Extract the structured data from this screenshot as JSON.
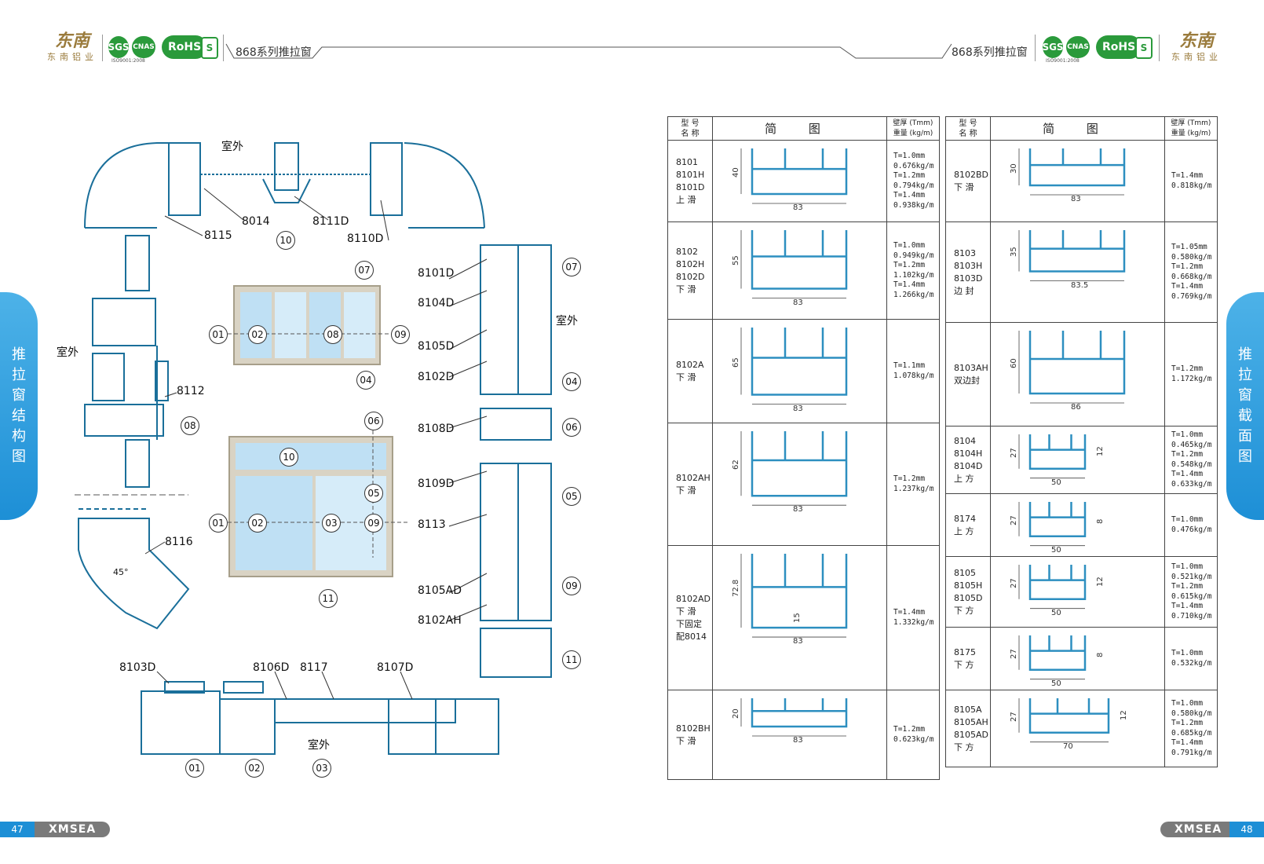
{
  "header": {
    "logo_mark": "东南",
    "logo_text": "东南铝业",
    "series_title": "868系列推拉窗",
    "cert_labels": [
      "SGS",
      "CNAS",
      "RoHS",
      "S"
    ],
    "cert_caption": "ISO9001:2008"
  },
  "side_tabs": {
    "left": [
      "推",
      "拉",
      "窗",
      "结",
      "构",
      "图"
    ],
    "right": [
      "推",
      "拉",
      "窗",
      "截",
      "面",
      "图"
    ]
  },
  "footer": {
    "left_page": "47",
    "right_page": "48",
    "brand": "XMSEA"
  },
  "diagram": {
    "outdoor": "室外",
    "labels": {
      "top_center": "8014",
      "top_right": "8111D",
      "right_corner": "8110D",
      "top_left": "8115",
      "side_8112": "8112",
      "corner_8116": "8116",
      "angle": "45°",
      "r1": "8101D",
      "r2": "8104D",
      "r3": "8105D",
      "r4": "8102D",
      "r5": "8108D",
      "r6": "8109D",
      "r7": "8113",
      "r8": "8105AD",
      "r9": "8102AH",
      "b1": "8103D",
      "b2": "8106D",
      "b3": "8117",
      "b4": "8107D"
    },
    "circles": {
      "top10": "10",
      "w07": "07",
      "w01": "01",
      "w02": "02",
      "w08": "08",
      "w09": "09",
      "w04": "04",
      "r07": "07",
      "r04": "04",
      "r06": "06",
      "r05": "05",
      "r09": "09",
      "r11": "11",
      "l08": "08",
      "v06": "06",
      "v10": "10",
      "v01": "01",
      "v02": "02",
      "v03": "03",
      "v05": "05",
      "v09": "09",
      "v11": "11",
      "b01": "01",
      "b02": "02",
      "b03": "03"
    }
  },
  "table": {
    "headers": {
      "model_line1": "型 号",
      "model_line2": "名 称",
      "figure": "简 图",
      "spec_line1": "壁厚 (Tmm)",
      "spec_line2": "重量 (kg/m)"
    },
    "left_rows": [
      {
        "model": [
          "8101",
          "8101H",
          "8101D",
          "上 滑"
        ],
        "h": "40",
        "w": "83",
        "spec": [
          "T=1.0mm",
          "0.676kg/m",
          "T=1.2mm",
          "0.794kg/m",
          "T=1.4mm",
          "0.938kg/m"
        ]
      },
      {
        "model": [
          "8102",
          "8102H",
          "8102D",
          "下 滑"
        ],
        "h": "55",
        "w": "83",
        "spec": [
          "T=1.0mm",
          "0.949kg/m",
          "T=1.2mm",
          "1.102kg/m",
          "T=1.4mm",
          "1.266kg/m"
        ]
      },
      {
        "model": [
          "8102A",
          "下 滑"
        ],
        "h": "65",
        "w": "83",
        "spec": [
          "T=1.1mm",
          "1.078kg/m"
        ]
      },
      {
        "model": [
          "8102AH",
          "下 滑"
        ],
        "h": "62",
        "w": "83",
        "spec": [
          "T=1.2mm",
          "1.237kg/m"
        ]
      },
      {
        "model": [
          "8102AD",
          "下 滑",
          "下固定",
          "配8014"
        ],
        "h": "72.8",
        "w": "83",
        "extra": "15",
        "spec": [
          "T=1.4mm",
          "1.332kg/m"
        ]
      },
      {
        "model": [
          "8102BH",
          "下 滑"
        ],
        "h": "20",
        "w": "83",
        "spec": [
          "T=1.2mm",
          "0.623kg/m"
        ]
      }
    ],
    "right_rows": [
      {
        "model": [
          "8102BD",
          "下 滑"
        ],
        "h": "30",
        "w": "83",
        "spec": [
          "T=1.4mm",
          "0.818kg/m"
        ]
      },
      {
        "model": [
          "8103",
          "8103H",
          "8103D",
          "边 封"
        ],
        "h": "35",
        "w": "83.5",
        "spec": [
          "T=1.05mm",
          "0.580kg/m",
          "T=1.2mm",
          "0.668kg/m",
          "T=1.4mm",
          "0.769kg/m"
        ]
      },
      {
        "model": [
          "8103AH",
          "双边封"
        ],
        "h": "60",
        "w": "86",
        "spec": [
          "T=1.2mm",
          "1.172kg/m"
        ]
      },
      {
        "model": [
          "8104",
          "8104H",
          "8104D",
          "上 方"
        ],
        "h": "27",
        "w": "50",
        "r": "12",
        "spec": [
          "T=1.0mm",
          "0.465kg/m",
          "T=1.2mm",
          "0.548kg/m",
          "T=1.4mm",
          "0.633kg/m"
        ]
      },
      {
        "model": [
          "8174",
          "上 方"
        ],
        "h": "27",
        "w": "50",
        "r": "8",
        "spec": [
          "T=1.0mm",
          "0.476kg/m"
        ]
      },
      {
        "model": [
          "8105",
          "8105H",
          "8105D",
          "下 方"
        ],
        "h": "27",
        "w": "50",
        "r": "12",
        "spec": [
          "T=1.0mm",
          "0.521kg/m",
          "T=1.2mm",
          "0.615kg/m",
          "T=1.4mm",
          "0.710kg/m"
        ]
      },
      {
        "model": [
          "8175",
          "下 方"
        ],
        "h": "27",
        "w": "50",
        "r": "8",
        "spec": [
          "T=1.0mm",
          "0.532kg/m"
        ]
      },
      {
        "model": [
          "8105A",
          "8105AH",
          "8105AD",
          "下 方"
        ],
        "h": "27",
        "w": "70",
        "r": "12",
        "spec": [
          "T=1.0mm",
          "0.580kg/m",
          "T=1.2mm",
          "0.685kg/m",
          "T=1.4mm",
          "0.791kg/m"
        ]
      }
    ]
  }
}
